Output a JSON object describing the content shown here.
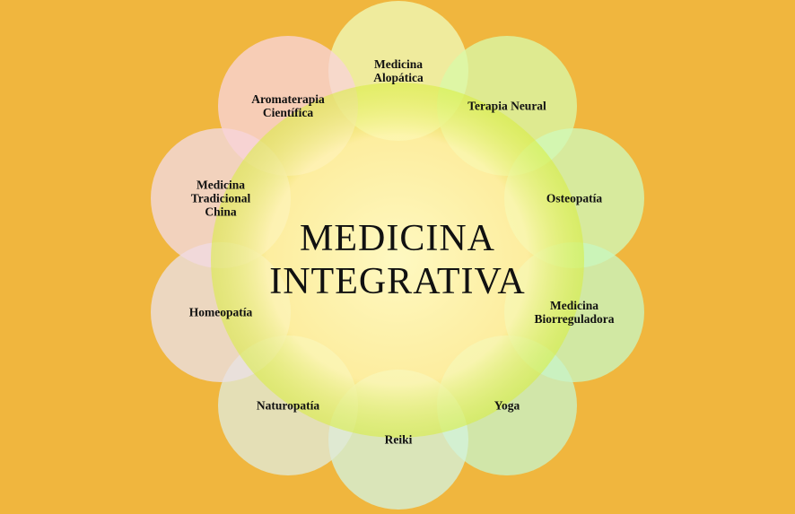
{
  "title": {
    "line1": "MEDICINA",
    "line2": "INTEGRATIVA"
  },
  "colors": {
    "background": "#f0b63e",
    "center_inner": "#fffbc4",
    "center_rim": "#d8ee3c"
  },
  "nodes": [
    {
      "lines": [
        "Medicina",
        "Alopática"
      ],
      "color": "#eefab8"
    },
    {
      "lines": [
        "Terapia Neural"
      ],
      "color": "#d8f8a8"
    },
    {
      "lines": [
        "Osteopatía"
      ],
      "color": "#d0f8b8"
    },
    {
      "lines": [
        "Medicina",
        "Biorreguladora"
      ],
      "color": "#c8f6c0"
    },
    {
      "lines": [
        "Yoga"
      ],
      "color": "#c8f4c8"
    },
    {
      "lines": [
        "Reiki"
      ],
      "color": "#d4f2dc"
    },
    {
      "lines": [
        "Naturopatía"
      ],
      "color": "#e0ead8"
    },
    {
      "lines": [
        "Homeopatía"
      ],
      "color": "#ebe0e6"
    },
    {
      "lines": [
        "Medicina",
        "Tradicional",
        "China"
      ],
      "color": "#f2dae2"
    },
    {
      "lines": [
        "Aromaterapia",
        "Científica"
      ],
      "color": "#f9d4d8"
    }
  ]
}
